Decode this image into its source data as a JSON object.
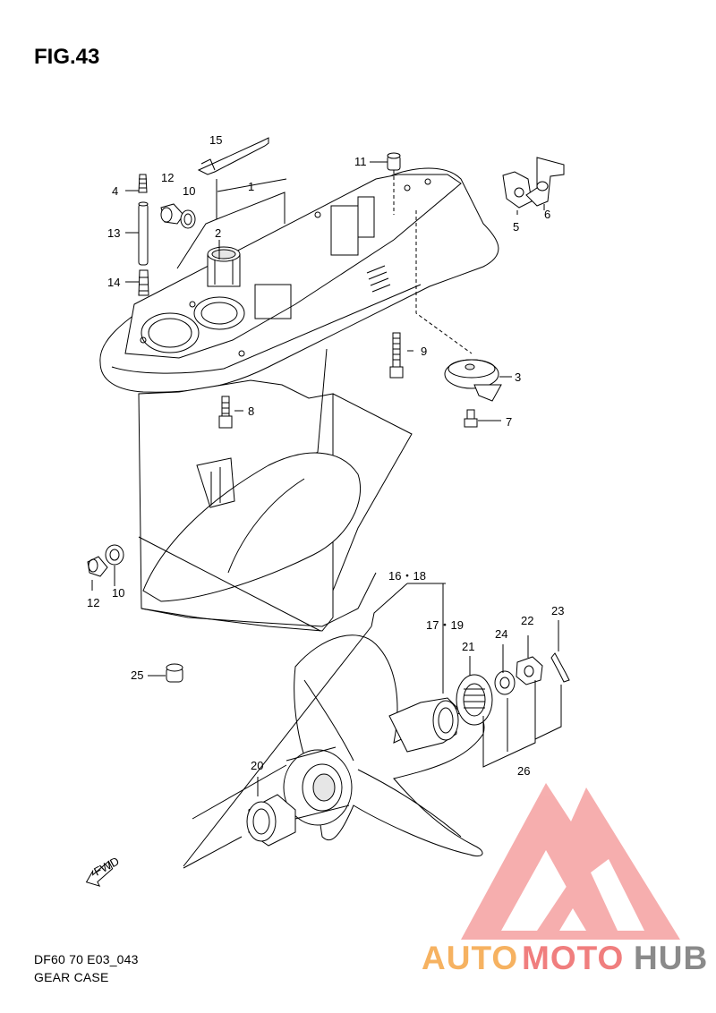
{
  "figure": {
    "title": "FIG.43",
    "code": "DF60 70 E03_043",
    "name": "GEAR CASE"
  },
  "callouts": {
    "c1": "1",
    "c2": "2",
    "c3": "3",
    "c4": "4",
    "c5": "5",
    "c6": "6",
    "c7": "7",
    "c8": "8",
    "c9": "9",
    "c10a": "10",
    "c10b": "10",
    "c11": "11",
    "c12a": "12",
    "c12b": "12",
    "c13": "13",
    "c14": "14",
    "c15": "15",
    "c16_18": "16・18",
    "c17_19": "17・19",
    "c20": "20",
    "c21": "21",
    "c22": "22",
    "c23": "23",
    "c24": "24",
    "c25": "25",
    "c26": "26"
  },
  "fwd_marker": "FWD",
  "watermark": {
    "word_orange": "AUTO",
    "word_red": "MOTO",
    "word_gray": "HUB",
    "colors": {
      "orange": "#f6b261",
      "red": "#f07e7e",
      "gray": "#8a8a8a",
      "logo": "#f08a8a"
    }
  }
}
